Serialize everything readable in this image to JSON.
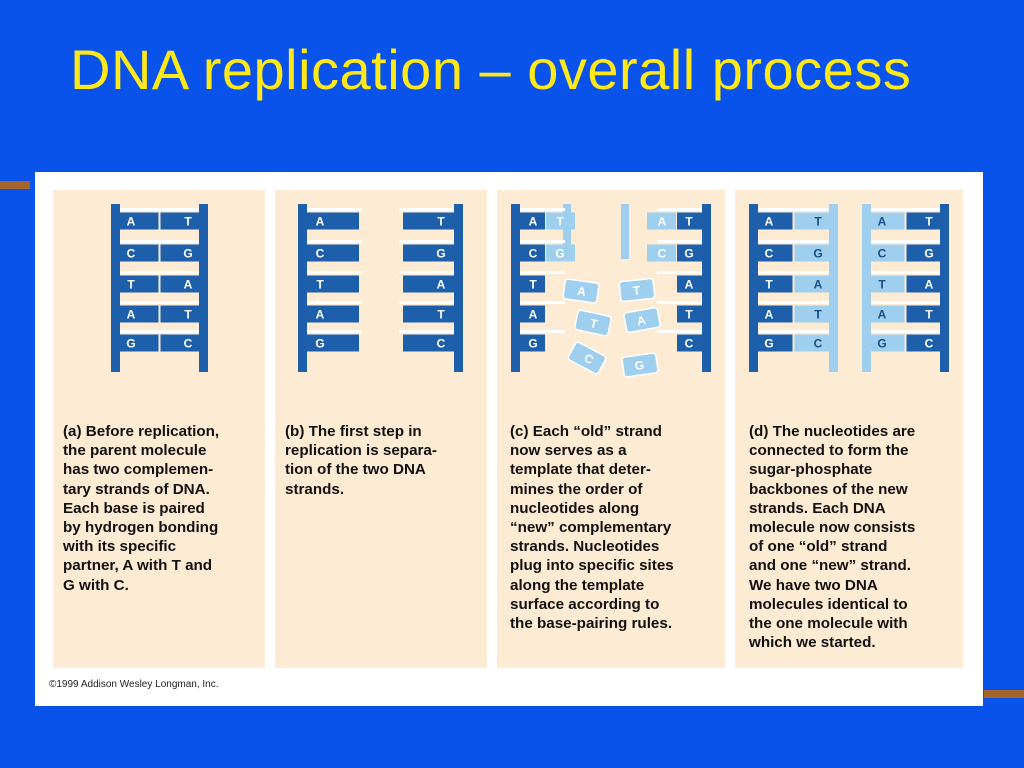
{
  "slide": {
    "title": "DNA replication – overall process"
  },
  "colors": {
    "background": "#0a53ea",
    "title": "#ffe81a",
    "old_strand": "#1d5faa",
    "new_strand": "#9fcfee",
    "panel": "#fdebd3"
  },
  "panels": [
    {
      "id": "a",
      "left_bases": [
        "A",
        "C",
        "T",
        "A",
        "G"
      ],
      "right_bases": [
        "T",
        "G",
        "A",
        "T",
        "C"
      ],
      "caption": [
        "(a) Before replication,",
        "the parent molecule",
        "has two complemen-",
        "tary strands of DNA.",
        "Each base is paired",
        "by hydrogen bonding",
        "with its specific",
        "partner, A with T and",
        "G with C."
      ]
    },
    {
      "id": "b",
      "left_bases": [
        "A",
        "C",
        "T",
        "A",
        "G"
      ],
      "right_bases": [
        "T",
        "G",
        "A",
        "T",
        "C"
      ],
      "caption": [
        "(b) The first step in",
        "replication is separa-",
        "tion of the two DNA",
        "strands."
      ]
    },
    {
      "id": "c",
      "left_bases": [
        "A",
        "C",
        "T",
        "A",
        "G"
      ],
      "left_new": [
        "T",
        "G"
      ],
      "right_new": [
        "A",
        "C"
      ],
      "right_bases": [
        "T",
        "G",
        "A",
        "T",
        "C"
      ],
      "free_nucleotides": [
        "A",
        "T",
        "T",
        "A",
        "C",
        "G"
      ],
      "caption": [
        "(c) Each “old” strand",
        "now serves as a",
        "template that deter-",
        "mines the order of",
        "nucleotides along",
        "“new” complementary",
        "strands.  Nucleotides",
        "plug into specific sites",
        "along the template",
        "surface according to",
        "the base-pairing rules."
      ]
    },
    {
      "id": "d",
      "left_bases": [
        "A",
        "C",
        "T",
        "A",
        "G"
      ],
      "left_new": [
        "T",
        "G",
        "A",
        "T",
        "C"
      ],
      "right_new": [
        "A",
        "C",
        "T",
        "A",
        "G"
      ],
      "right_bases": [
        "T",
        "G",
        "A",
        "T",
        "C"
      ],
      "caption": [
        "(d) The nucleotides are",
        "connected to form the",
        "sugar-phosphate",
        "backbones of the new",
        "strands. Each DNA",
        "molecule now consists",
        "of one “old” strand",
        "and one “new” strand.",
        "We have two DNA",
        "molecules identical to",
        "the one molecule with",
        "which we started."
      ]
    }
  ],
  "credit": "©1999 Addison Wesley Longman, Inc."
}
